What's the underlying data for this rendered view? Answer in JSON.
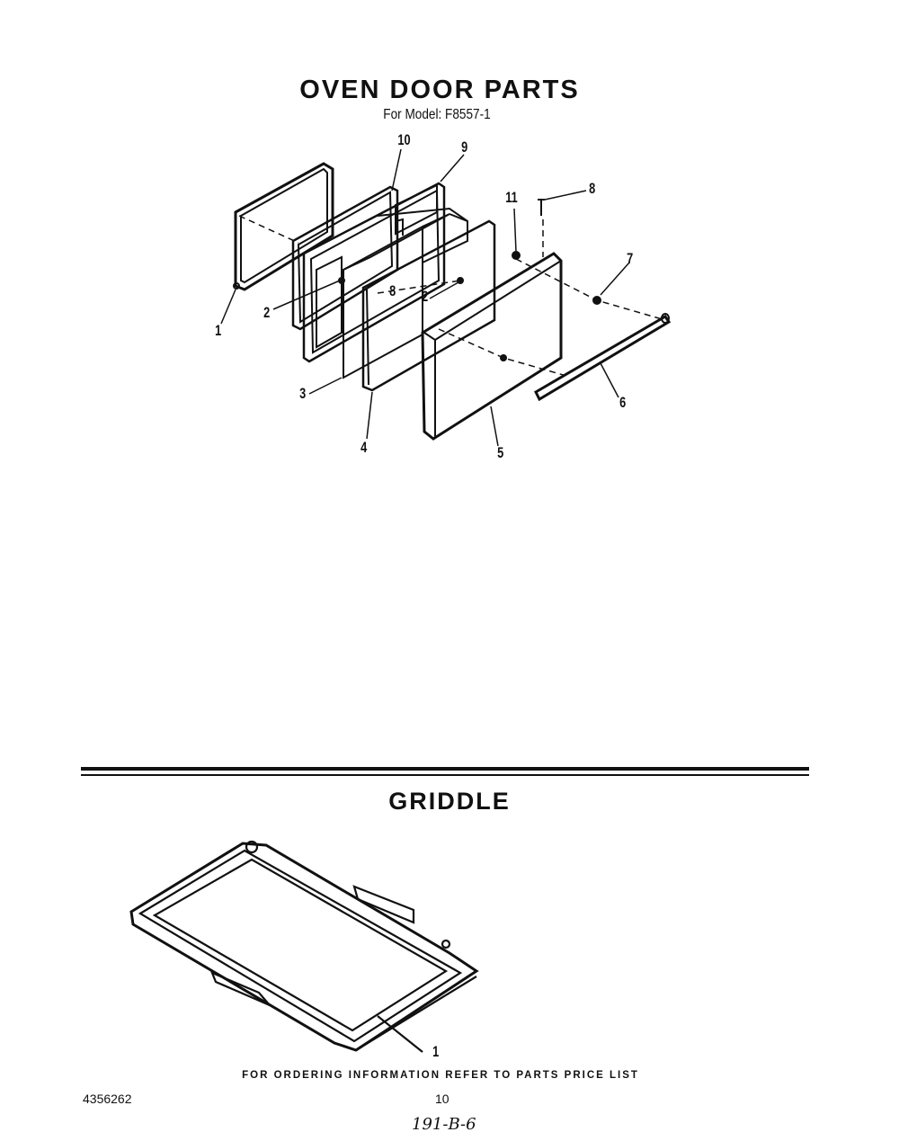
{
  "header": {
    "title": "OVEN DOOR PARTS",
    "subtitle": "For Model: F8557-1"
  },
  "oven_door": {
    "callouts": [
      "10",
      "9",
      "11",
      "8",
      "7",
      "1",
      "2",
      "8",
      "2",
      "3",
      "4",
      "5",
      "6"
    ]
  },
  "griddle": {
    "title": "GRIDDLE",
    "callouts": [
      "1"
    ]
  },
  "footer": {
    "ordering_note": "FOR ORDERING INFORMATION REFER TO PARTS PRICE LIST",
    "doc_number": "4356262",
    "page_number": "10",
    "handwritten": "191-B-6"
  }
}
